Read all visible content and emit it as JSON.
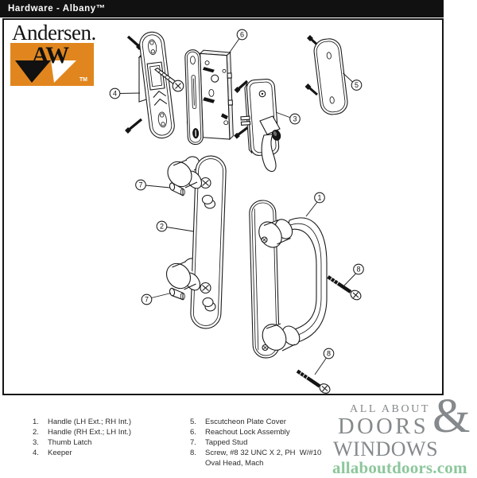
{
  "header": {
    "title": "Hardware - Albany™"
  },
  "brand": {
    "name": "Andersen.",
    "monogram": "AW",
    "tm": "TM",
    "orange": "#E1861E"
  },
  "callouts": [
    {
      "label": "4"
    },
    {
      "label": "6"
    },
    {
      "label": "3"
    },
    {
      "label": "5"
    },
    {
      "label": "7"
    },
    {
      "label": "2"
    },
    {
      "label": "7"
    },
    {
      "label": "1"
    },
    {
      "label": "8"
    },
    {
      "label": "8"
    }
  ],
  "parts_list": {
    "left": [
      {
        "num": "1.",
        "label": "Handle (LH Ext.; RH Int.)"
      },
      {
        "num": "2.",
        "label": "Handle (RH Ext.; LH Int.)"
      },
      {
        "num": "3.",
        "label": "Thumb Latch"
      },
      {
        "num": "4.",
        "label": "Keeper"
      }
    ],
    "right": [
      {
        "num": "5.",
        "label": "Escutcheon Plate Cover"
      },
      {
        "num": "6.",
        "label": "Reachout Lock Assembly"
      },
      {
        "num": "7.",
        "label": "Tapped Stud"
      },
      {
        "num": "8.",
        "label": "Screw, #8 32 UNC X 2, PH  W/#10"
      },
      {
        "num": "",
        "label": "Oval Head, Mach"
      }
    ]
  },
  "footer_logo": {
    "line1": "ALL ABOUT",
    "ampersand": "&",
    "line2": "DOORS",
    "line3": "WINDOWS",
    "url": "allaboutdoors.com",
    "gray": "#85898C",
    "green": "#8CC79B"
  }
}
